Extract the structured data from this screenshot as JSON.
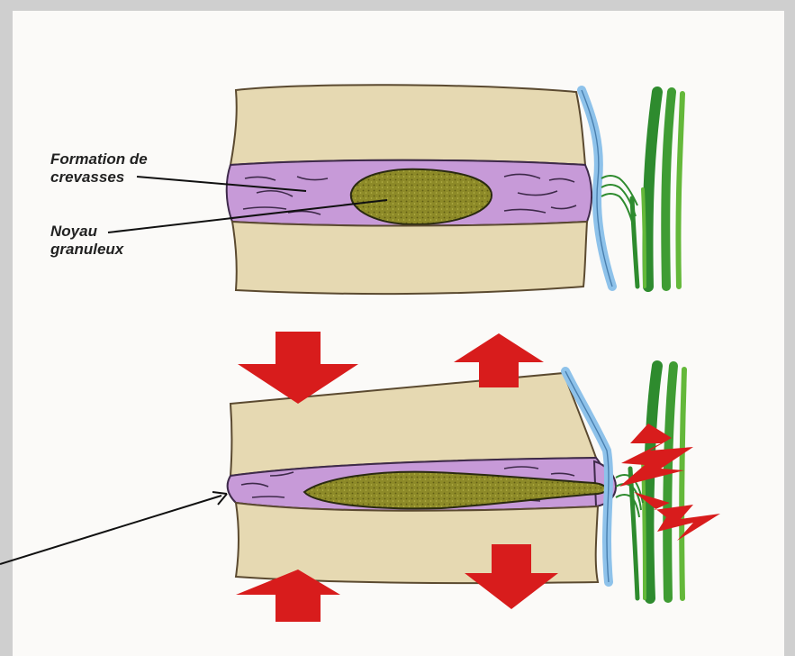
{
  "labels": {
    "fissures_line1": "Formation de",
    "fissures_line2": "crevasses",
    "nucleus_line1": "Noyau",
    "nucleus_line2": "granuleux"
  },
  "colors": {
    "vertebra": "#e6d9b2",
    "vertebra_edge": "#5b4a30",
    "disc": "#c79ad8",
    "disc_edge": "#3e2a4a",
    "nucleus": "#8d8a28",
    "ligament": "#8ec2ea",
    "nerve_dark": "#2e8b2e",
    "nerve_light": "#64b83a",
    "arrow_red": "#d81c1c",
    "background": "#fbfaf8"
  },
  "icons": {
    "compression": "arrow-down-icon",
    "traction": "arrow-up-icon",
    "pain": "lightning-bolt-icon"
  }
}
